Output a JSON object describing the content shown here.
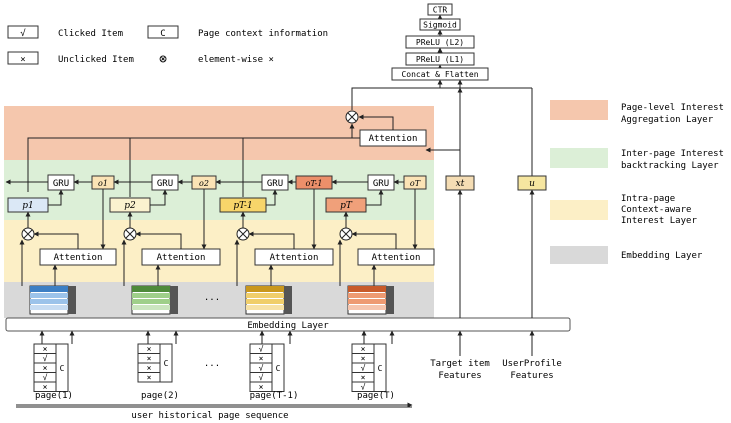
{
  "legend": {
    "clicked": {
      "symbol": "√",
      "label": "Clicked Item"
    },
    "unclicked": {
      "symbol": "×",
      "label": "Unclicked Item"
    },
    "context": {
      "symbol": "C",
      "label": "Page context information"
    },
    "elementwise": {
      "symbol": "⊗",
      "label": "element-wise ×"
    }
  },
  "top_stack": {
    "ctr": "CTR",
    "sigmoid": "Sigmoid",
    "prelu2": "PReLU (L2)",
    "prelu1": "PReLU (L1)",
    "concat": "Concat & Flatten"
  },
  "layers": [
    {
      "label": "Page-level Interest Aggregation Layer",
      "color": "#f5c7ad"
    },
    {
      "label": "Inter-page Interest backtracking Layer",
      "color": "#dcefd7"
    },
    {
      "label": "Intra-page Context-aware Interest Layer",
      "color": "#fcefc6"
    },
    {
      "label": "Embedding Layer",
      "color": "#d9d9d9"
    }
  ],
  "pages": [
    {
      "p": "p1",
      "o": "o1",
      "page": "page(1)",
      "emb_color": "#6fa8dc",
      "p_color": "#dbe8f6"
    },
    {
      "p": "p2",
      "o": "o2",
      "page": "page(2)",
      "emb_color": "#6aa84f",
      "p_color": "#fbf2cf"
    },
    {
      "p": "pT-1",
      "o": "oT-1",
      "page": "page(T-1)",
      "emb_color": "#e6b830",
      "p_color": "#f7d56a"
    },
    {
      "p": "pT",
      "o": "oT",
      "page": "page(T)",
      "emb_color": "#e07b4f",
      "p_color": "#f0a07a"
    }
  ],
  "labels": {
    "gru": "GRU",
    "attention": "Attention",
    "embedding_layer": "Embedding Layer",
    "ellipsis": "...",
    "sequence": "user historical page sequence",
    "target": "Target item Features",
    "userprofile": "UserProfile Features",
    "xt": "xt",
    "u": "u",
    "context": "C"
  },
  "page_items": [
    [
      "×",
      "√",
      "×",
      "√",
      "×"
    ],
    [
      "×",
      "×",
      "×",
      "×"
    ],
    [
      "√",
      "×",
      "√",
      "√",
      "×"
    ],
    [
      "×",
      "×",
      "√",
      "×",
      "√"
    ]
  ],
  "colors": {
    "o_box": "#fbe3b5",
    "o_last": "#ec8f6a",
    "xt_box": "#f5ddb4",
    "u_box": "#f6e6a0"
  }
}
